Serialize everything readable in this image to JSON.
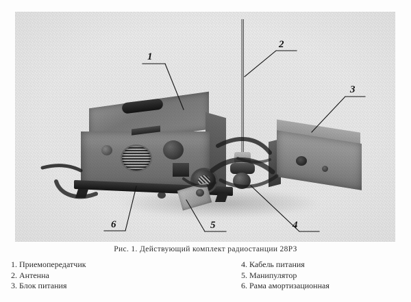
{
  "figure": {
    "caption": "Рис. 1. Действующий комплект радиостанции 28РЗ",
    "callouts": [
      {
        "id": "1",
        "label": "1"
      },
      {
        "id": "2",
        "label": "2"
      },
      {
        "id": "3",
        "label": "3"
      },
      {
        "id": "4",
        "label": "4"
      },
      {
        "id": "5",
        "label": "5"
      },
      {
        "id": "6",
        "label": "6"
      }
    ]
  },
  "legend": {
    "left": [
      {
        "num": "1.",
        "text": "Приемопередатчик"
      },
      {
        "num": "2.",
        "text": "Антенна"
      },
      {
        "num": "3.",
        "text": "Блок питания"
      }
    ],
    "right": [
      {
        "num": "4.",
        "text": "Кабель питания"
      },
      {
        "num": "5.",
        "text": "Манипулятор"
      },
      {
        "num": "6.",
        "text": "Рама амортизационная"
      }
    ]
  },
  "colors": {
    "page_background": "#ffffff",
    "photo_background": "#f5f5f5",
    "ink": "#2a2a2a",
    "callout_line": "#111111"
  }
}
